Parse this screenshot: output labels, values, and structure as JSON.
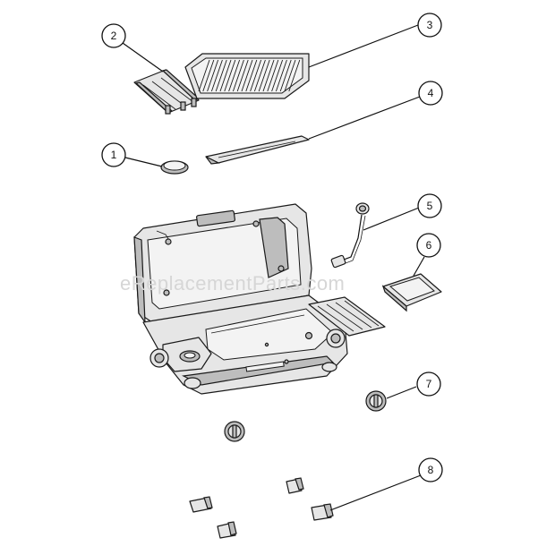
{
  "watermark": "eReplacementParts.com",
  "callouts": [
    {
      "id": "callout-1",
      "number": "1"
    },
    {
      "id": "callout-2",
      "number": "2"
    },
    {
      "id": "callout-3",
      "number": "3"
    },
    {
      "id": "callout-4",
      "number": "4"
    },
    {
      "id": "callout-5",
      "number": "5"
    },
    {
      "id": "callout-6",
      "number": "6"
    },
    {
      "id": "callout-7",
      "number": "7"
    },
    {
      "id": "callout-8",
      "number": "8"
    }
  ]
}
